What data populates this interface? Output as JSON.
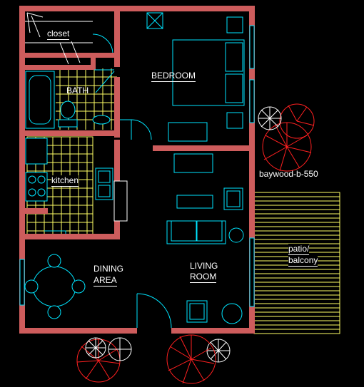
{
  "labels": {
    "closet": "closet",
    "bath": "BATH",
    "bedroom": "BEDROOM",
    "kitchen": "kitchen",
    "dining_line1": "DINING",
    "dining_line2": "AREA",
    "living_line1": "LIVING",
    "living_line2": "ROOM",
    "patio_line1": "patio/",
    "patio_line2": "balcony",
    "model": "baywood-b-550"
  },
  "colors": {
    "background": "#000000",
    "wall": "#cd5c5c",
    "fixture": "#00e5ff",
    "text": "#ffffff",
    "tile": "#ffff66",
    "tree": "#ff2020",
    "shrub": "#ffffff",
    "patio": "#ffff66",
    "cabinet": "#ffffff"
  }
}
